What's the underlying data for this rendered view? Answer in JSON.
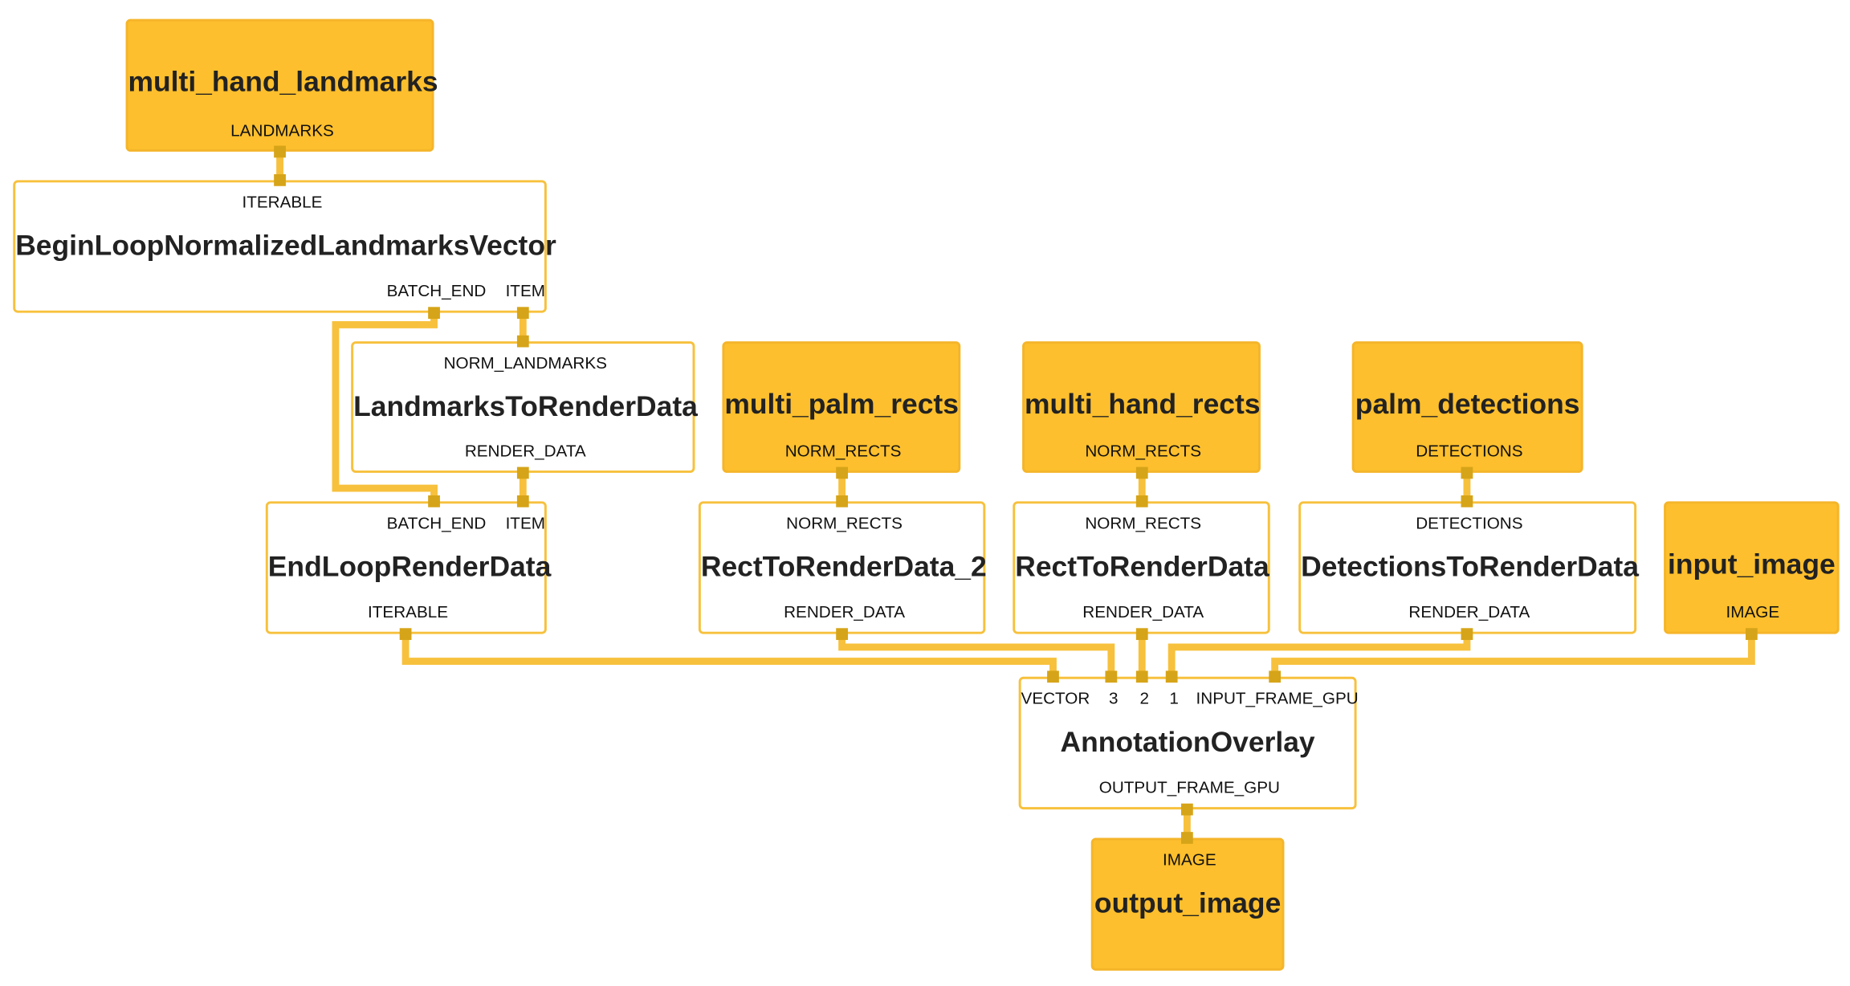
{
  "colors": {
    "stream_fill": "#fdbf2d",
    "node_border": "#f7c13d",
    "wire": "#f7c13d",
    "pin": "#d6a418"
  },
  "nodes": {
    "multi_hand_landmarks": {
      "title": "multi_hand_landmarks",
      "out": "LANDMARKS"
    },
    "begin_loop": {
      "title": "BeginLoopNormalizedLandmarksVector",
      "in": "ITERABLE",
      "out_batch_end": "BATCH_END",
      "out_item": "ITEM"
    },
    "landmarks_to_render": {
      "title": "LandmarksToRenderData",
      "in": "NORM_LANDMARKS",
      "out": "RENDER_DATA"
    },
    "multi_palm_rects": {
      "title": "multi_palm_rects",
      "out": "NORM_RECTS"
    },
    "multi_hand_rects": {
      "title": "multi_hand_rects",
      "out": "NORM_RECTS"
    },
    "palm_detections": {
      "title": "palm_detections",
      "out": "DETECTIONS"
    },
    "end_loop": {
      "title": "EndLoopRenderData",
      "in_batch_end": "BATCH_END",
      "in_item": "ITEM",
      "out": "ITERABLE"
    },
    "rect_to_render_2": {
      "title": "RectToRenderData_2",
      "in": "NORM_RECTS",
      "out": "RENDER_DATA"
    },
    "rect_to_render": {
      "title": "RectToRenderData",
      "in": "NORM_RECTS",
      "out": "RENDER_DATA"
    },
    "detections_to_render": {
      "title": "DetectionsToRenderData",
      "in": "DETECTIONS",
      "out": "RENDER_DATA"
    },
    "input_image": {
      "title": "input_image",
      "out": "IMAGE"
    },
    "annotation_overlay": {
      "title": "AnnotationOverlay",
      "in_vector": "VECTOR",
      "in_3": "3",
      "in_2": "2",
      "in_1": "1",
      "in_frame": "INPUT_FRAME_GPU",
      "out": "OUTPUT_FRAME_GPU"
    },
    "output_image": {
      "title": "output_image",
      "in": "IMAGE"
    }
  }
}
